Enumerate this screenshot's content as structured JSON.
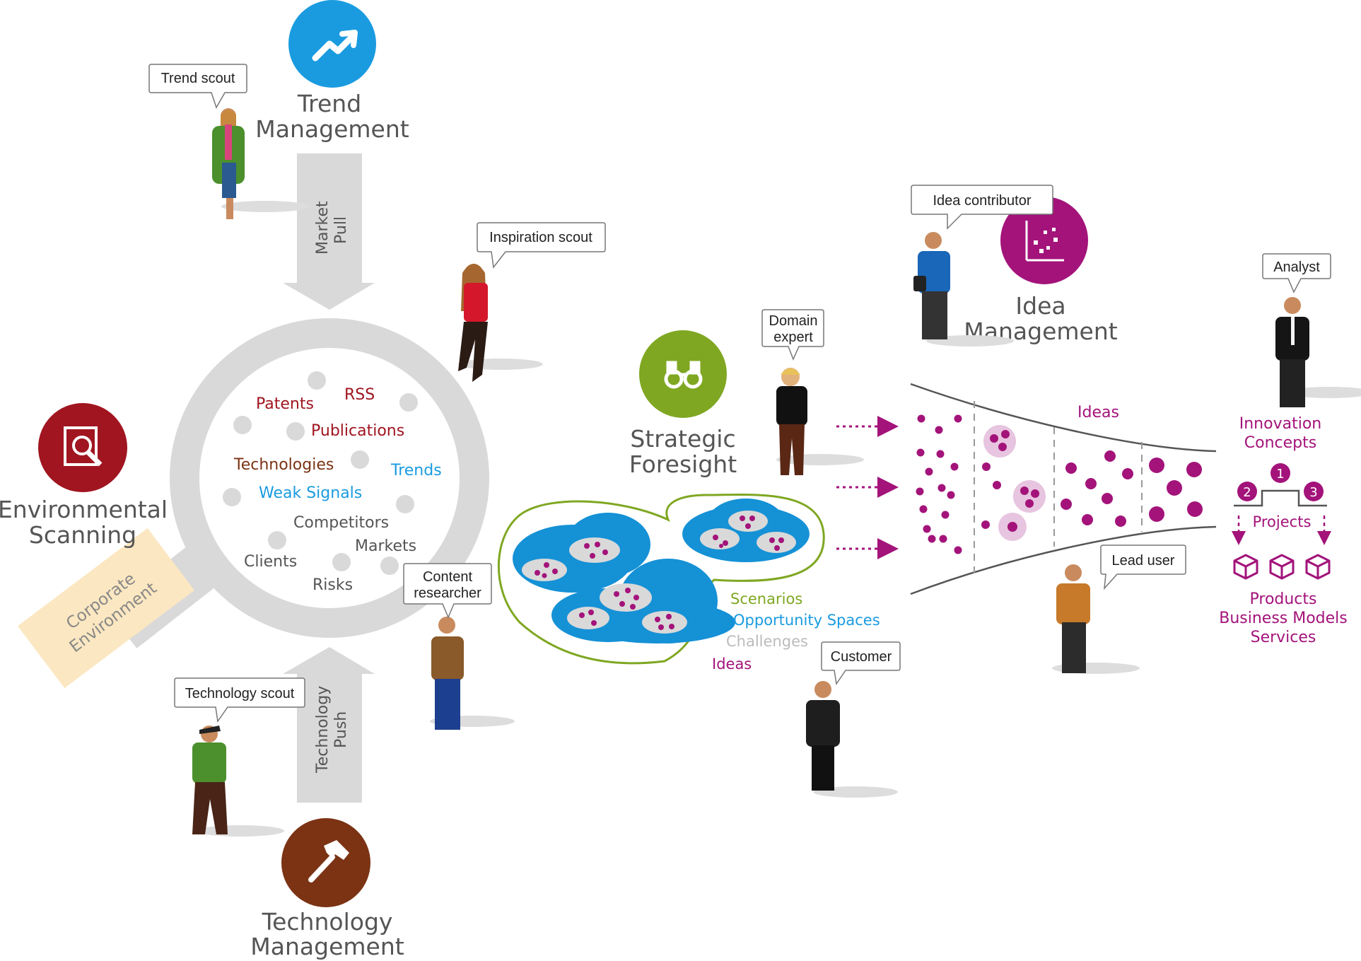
{
  "sections": {
    "trend": {
      "title_line1": "Trend",
      "title_line2": "Management",
      "color": "#1a9be0",
      "icon": "trend-arrow-icon"
    },
    "environmental": {
      "title_line1": "Environmental",
      "title_line2": "Scanning",
      "color": "#a01520",
      "icon": "magnifier-document-icon"
    },
    "technology": {
      "title_line1": "Technology",
      "title_line2": "Management",
      "color": "#7b3314",
      "icon": "hammer-icon"
    },
    "foresight": {
      "title_line1": "Strategic",
      "title_line2": "Foresight",
      "color": "#7fa722",
      "icon": "binoculars-icon"
    },
    "idea": {
      "title_line1": "Idea",
      "title_line2": "Management",
      "color": "#a3137a",
      "icon": "scatter-chart-icon"
    }
  },
  "arrows": {
    "market_pull_line1": "Market",
    "market_pull_line2": "Pull",
    "tech_push_line1": "Technology",
    "tech_push_line2": "Push"
  },
  "corporate": {
    "line1": "Corporate",
    "line2": "Environment"
  },
  "lens_words": {
    "patents": "Patents",
    "rss": "RSS",
    "publications": "Publications",
    "technologies": "Technologies",
    "trends": "Trends",
    "weak_signals": "Weak Signals",
    "competitors": "Competitors",
    "markets": "Markets",
    "clients": "Clients",
    "risks": "Risks"
  },
  "roles": {
    "trend_scout": "Trend scout",
    "inspiration_scout": "Inspiration scout",
    "content_researcher_line1": "Content",
    "content_researcher_line2": "researcher",
    "technology_scout": "Technology scout",
    "domain_expert_line1": "Domain",
    "domain_expert_line2": "expert",
    "customer": "Customer",
    "idea_contributor": "Idea contributor",
    "lead_user": "Lead user",
    "analyst": "Analyst"
  },
  "cloud_legend": {
    "scenarios": "Scenarios",
    "opportunity_spaces": "Opportunity Spaces",
    "challenges": "Challenges",
    "ideas": "Ideas"
  },
  "funnel": {
    "label": "Ideas"
  },
  "outputs": {
    "innovation_line1": "Innovation",
    "innovation_line2": "Concepts",
    "step1": "1",
    "step2": "2",
    "step3": "3",
    "projects": "Projects",
    "products": "Products",
    "business_models": "Business Models",
    "services": "Services"
  },
  "colors": {
    "grey": "#d9d9d9",
    "red_text": "#a01520",
    "brown_text": "#7b3314",
    "blue_text": "#1a9be0",
    "grey_text": "#555555",
    "green_text": "#7fa722",
    "magenta": "#a3137a",
    "cloud_blue": "#1591d6",
    "corporate_bg": "#fbe7c1"
  }
}
